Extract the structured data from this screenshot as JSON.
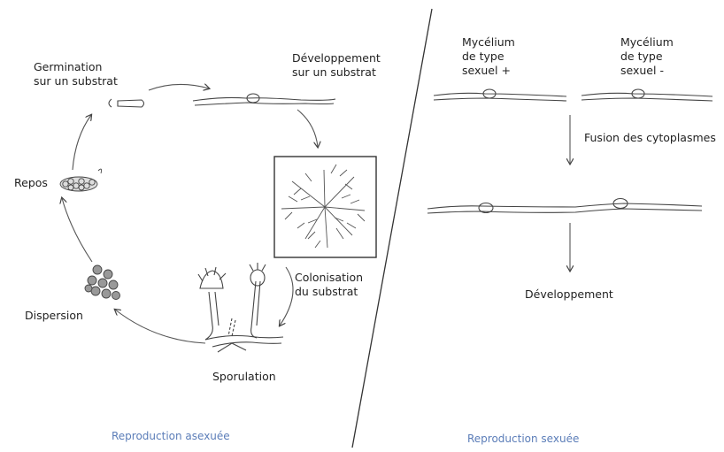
{
  "asexual": {
    "germination": "Germination\nsur un substrat",
    "developpement": "Développement\nsur un substrat",
    "repos": "Repos",
    "dispersion": "Dispersion",
    "sporulation": "Sporulation",
    "colonisation": "Colonisation\ndu substrat",
    "caption": "Reproduction asexuée"
  },
  "sexual": {
    "mycelium_plus": "Mycélium\nde type\nsexuel +",
    "mycelium_minus": "Mycélium\nde type\nsexuel -",
    "fusion": "Fusion des cytoplasmes",
    "developpement": "Développement",
    "caption": "Reproduction sexuée"
  },
  "colors": {
    "ink": "#333333",
    "caption": "#5b7db8"
  }
}
